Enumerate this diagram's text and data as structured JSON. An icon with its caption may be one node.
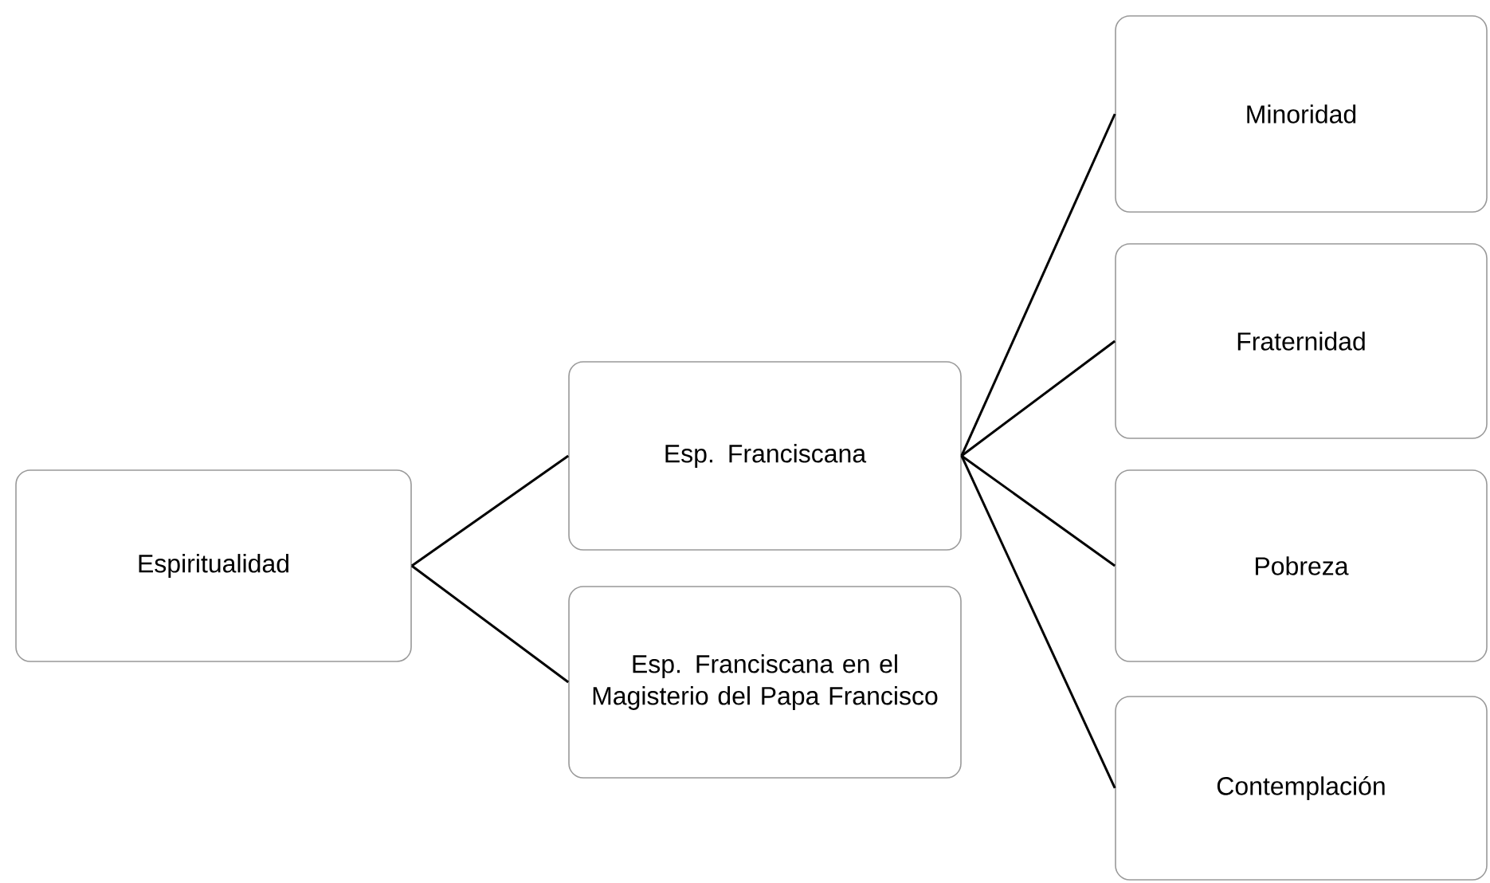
{
  "diagram": {
    "nodes": [
      {
        "text": [
          "Espiritualidad"
        ]
      },
      {
        "text": [
          "Esp. Franciscana"
        ]
      },
      {
        "text": [
          "Esp. Franciscana en el Magisterio del Papa Francisco"
        ]
      },
      {
        "text": [
          "Minoridad"
        ]
      },
      {
        "text": [
          "Fraternidad"
        ]
      },
      {
        "text": [
          "Pobreza"
        ]
      },
      {
        "text": [
          "Contemplación"
        ]
      }
    ],
    "edges": [
      {
        "from": 0,
        "to": 1,
        "arrow": "none"
      },
      {
        "from": 0,
        "to": 2,
        "arrow": "none"
      },
      {
        "from": 1,
        "to": 3,
        "arrow": "none"
      },
      {
        "from": 1,
        "to": 4,
        "arrow": "none"
      },
      {
        "from": 1,
        "to": 5,
        "arrow": "none"
      },
      {
        "from": 1,
        "to": 6,
        "arrow": "none"
      }
    ]
  }
}
